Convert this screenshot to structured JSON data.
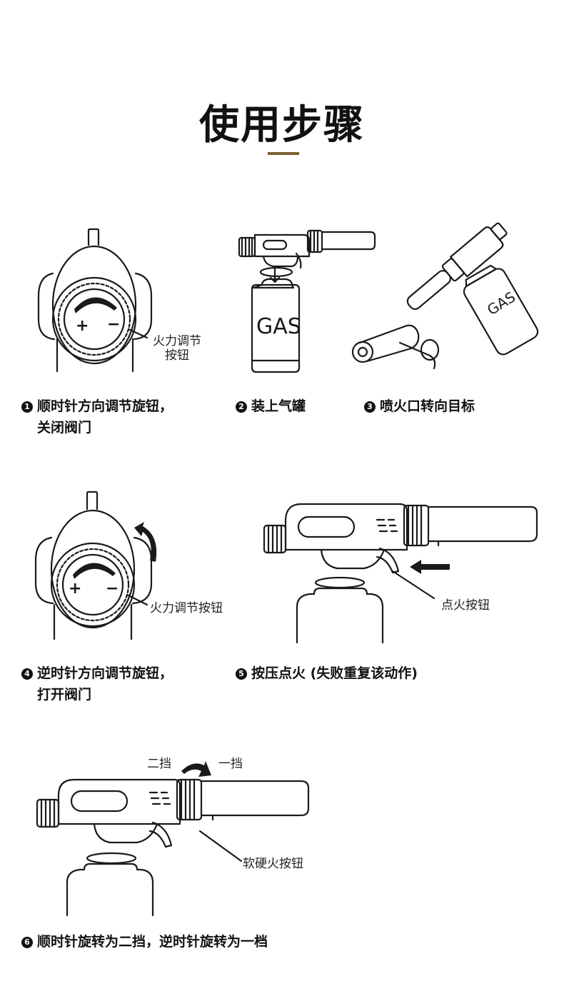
{
  "title": "使用步骤",
  "accent_color": "#7a6030",
  "labels": {
    "knob_label_line1": "火力调节",
    "knob_label_line2": "按钮",
    "gas": "GAS",
    "gas_rotated": "GAS",
    "knob_label_4": "火力调节按钮",
    "ignite_label": "点火按钮",
    "gear2": "二挡",
    "gear1": "一挡",
    "soft_hard_label": "软硬火按钮",
    "plus": "+",
    "minus": "−"
  },
  "steps": [
    {
      "num": "1",
      "line1": "顺时针方向调节旋钮，",
      "line2": "关闭阀门"
    },
    {
      "num": "2",
      "line1": "装上气罐",
      "line2": ""
    },
    {
      "num": "3",
      "line1": "喷火口转向目标",
      "line2": ""
    },
    {
      "num": "4",
      "line1": "逆时针方向调节旋钮，",
      "line2": "打开阀门"
    },
    {
      "num": "5",
      "line1": "按压点火 (失败重复该动作)",
      "line2": ""
    },
    {
      "num": "6",
      "line1": "顺时针旋转为二挡，逆时针旋转为一档",
      "line2": ""
    }
  ]
}
